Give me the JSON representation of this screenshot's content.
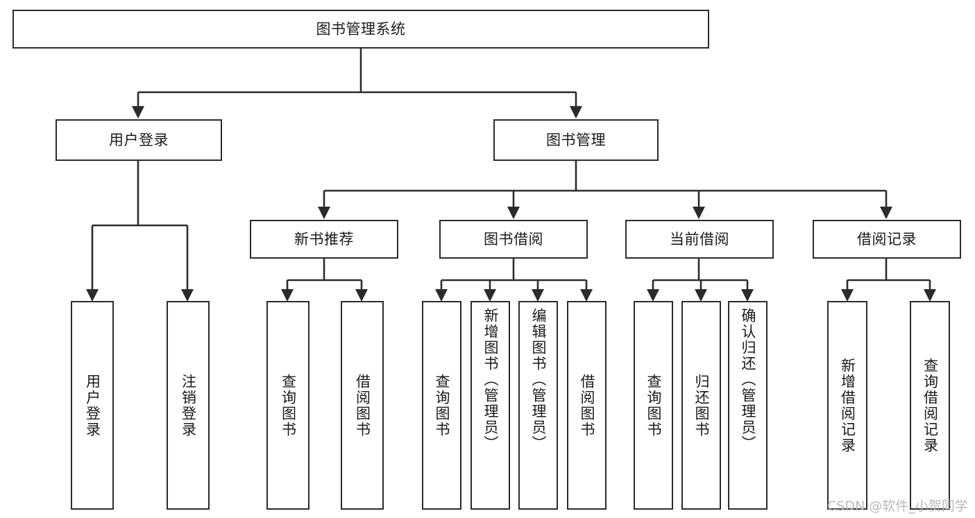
{
  "diagram": {
    "type": "tree-hierarchy",
    "title": "图书管理系统",
    "root": {
      "id": "root",
      "label": "图书管理系统"
    },
    "level1": [
      {
        "id": "user-login",
        "label": "用户登录"
      },
      {
        "id": "book-manage",
        "label": "图书管理"
      }
    ],
    "level2": [
      {
        "id": "new-book-recommend",
        "label": "新书推荐",
        "parent": "book-manage"
      },
      {
        "id": "book-borrow",
        "label": "图书借阅",
        "parent": "book-manage"
      },
      {
        "id": "current-borrow",
        "label": "当前借阅",
        "parent": "book-manage"
      },
      {
        "id": "borrow-record",
        "label": "借阅记录",
        "parent": "book-manage"
      }
    ],
    "leaves": {
      "user-login": [
        {
          "id": "leaf-user-login",
          "label": "用户登录"
        },
        {
          "id": "leaf-logout",
          "label": "注销登录"
        }
      ],
      "new-book-recommend": [
        {
          "id": "leaf-query-book-1",
          "label": "查询图书"
        },
        {
          "id": "leaf-borrow-book-1",
          "label": "借阅图书"
        }
      ],
      "book-borrow": [
        {
          "id": "leaf-query-book-2",
          "label": "查询图书"
        },
        {
          "id": "leaf-add-book",
          "label": "新增图书（管理员）"
        },
        {
          "id": "leaf-edit-book",
          "label": "编辑图书（管理员）"
        },
        {
          "id": "leaf-borrow-book-2",
          "label": "借阅图书"
        }
      ],
      "current-borrow": [
        {
          "id": "leaf-query-book-3",
          "label": "查询图书"
        },
        {
          "id": "leaf-return-book",
          "label": "归还图书"
        },
        {
          "id": "leaf-confirm-return",
          "label": "确认归还（管理员）"
        }
      ],
      "borrow-record": [
        {
          "id": "leaf-add-record",
          "label": "新增借阅记录"
        },
        {
          "id": "leaf-query-record",
          "label": "查询借阅记录"
        }
      ]
    }
  },
  "watermark": {
    "text": "CSDN @软件_小贺同学"
  },
  "colors": {
    "node_border": "#2b2b2b",
    "node_fill": "#ffffff",
    "connector": "#2b2b2b",
    "text": "#1a1a1a",
    "watermark": "#b9b9b9",
    "background": "#ffffff"
  }
}
